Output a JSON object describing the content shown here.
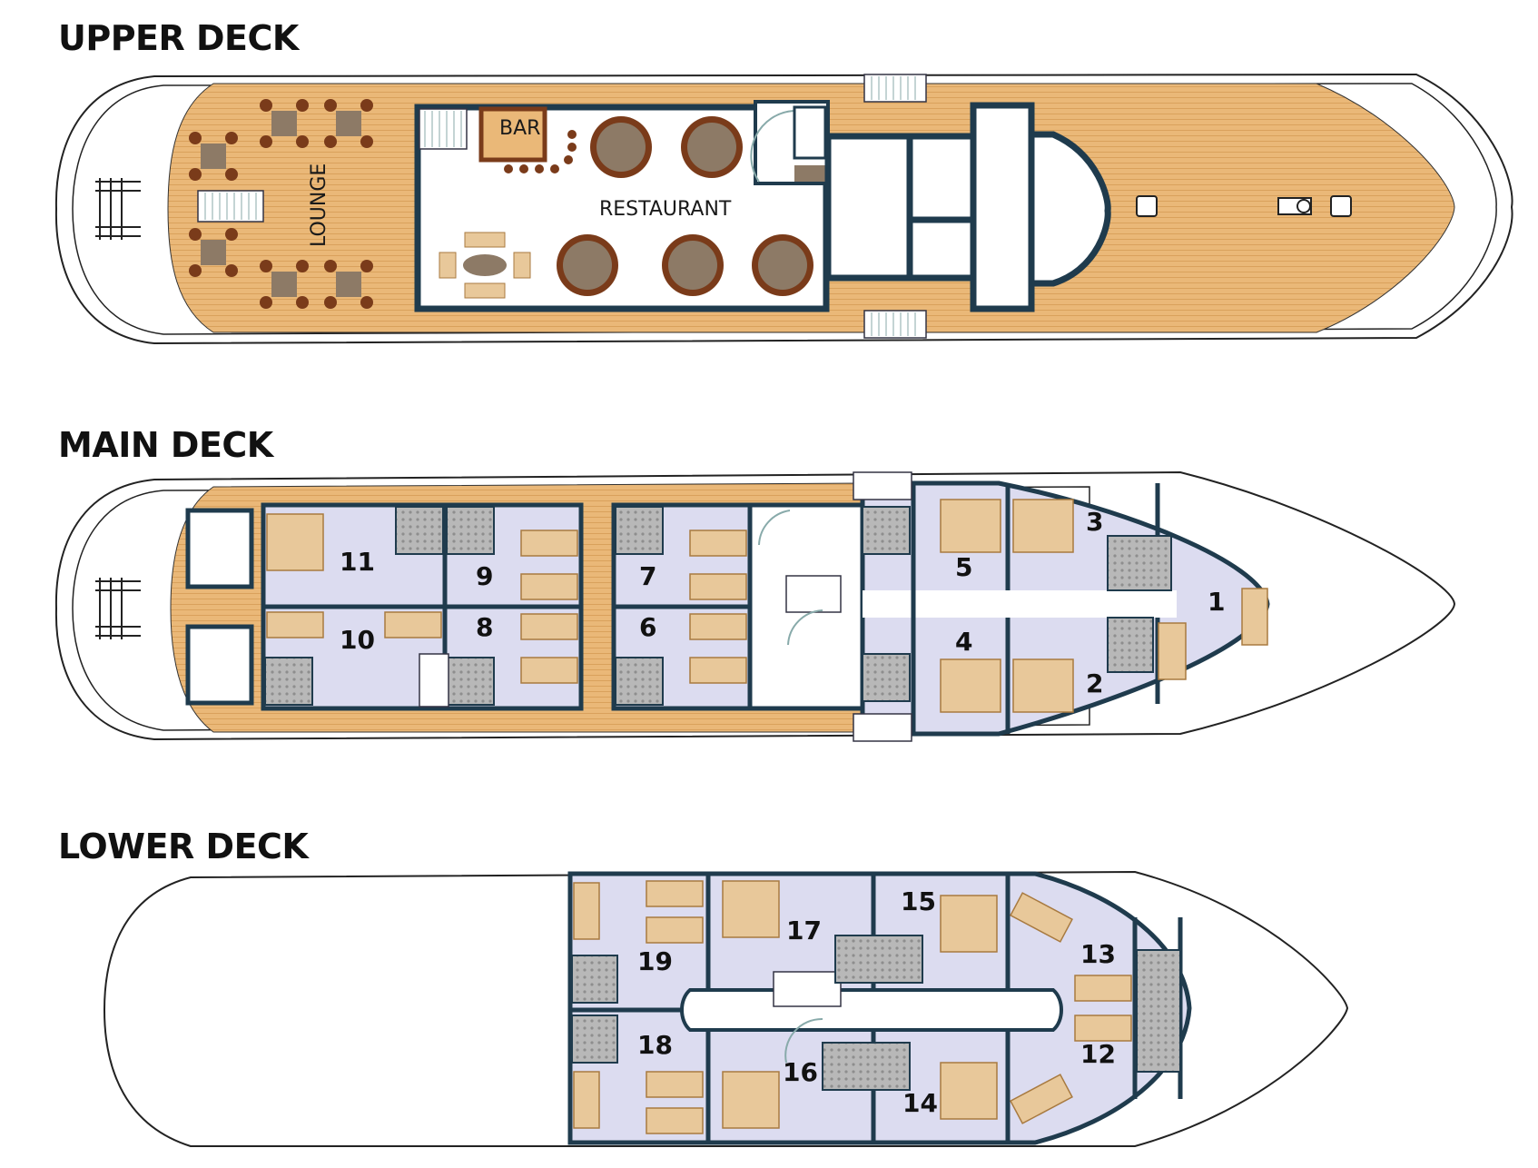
{
  "decks": {
    "upper": {
      "title": "UPPER DECK",
      "labels": {
        "bar": "BAR",
        "restaurant": "RESTAURANT",
        "lounge": "LOUNGE"
      }
    },
    "main": {
      "title": "MAIN DECK",
      "cabins": [
        "11",
        "9",
        "7",
        "5",
        "3",
        "1",
        "10",
        "8",
        "6",
        "4",
        "2"
      ]
    },
    "lower": {
      "title": "LOWER DECK",
      "cabins": [
        "15",
        "17",
        "13",
        "19",
        "18",
        "16",
        "12",
        "14"
      ]
    }
  },
  "colors": {
    "deck_wood": "#eab878",
    "cabin_fill": "#dcdcf0",
    "wall": "#1f3b4d",
    "bed": "#e8c89a",
    "chair": "#7a3b1a",
    "table": "#8d7a66",
    "bath": "#b8b8b8"
  }
}
